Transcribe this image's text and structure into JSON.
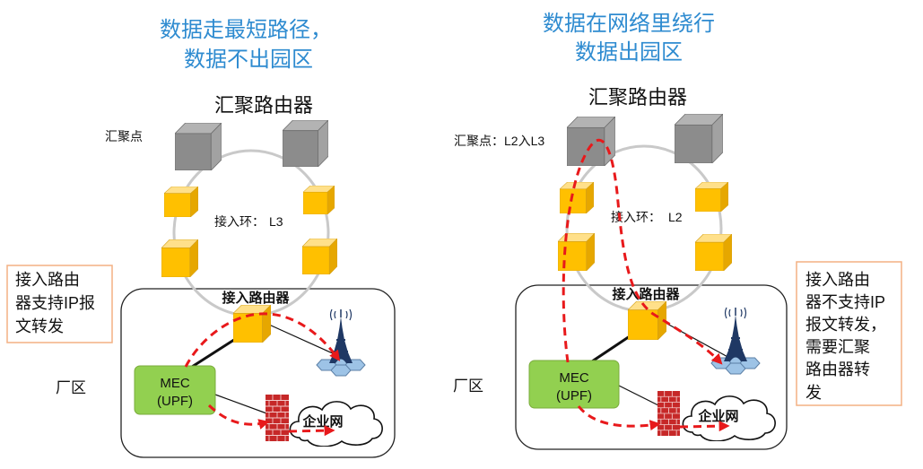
{
  "colors": {
    "title": "#2e8bd0",
    "note_border": "#f4b183",
    "data_path": "#e8191b",
    "mec": "#92d050",
    "access_cube": "#ffc000",
    "aggregation_cube": "#8c8c8c",
    "ring": "#c9c9c9"
  },
  "icons": {
    "aggregation_router": "gray-cube-icon",
    "access_node": "yellow-cube-icon",
    "base_station": "cell-tower-icon",
    "firewall": "firewall-icon",
    "enterprise_network": "cloud-icon"
  },
  "left": {
    "title": [
      "数据走最短路径，",
      "数据不出园区"
    ],
    "aggregation_router_label": "汇聚路由器",
    "aggregation_point_label": "汇聚点",
    "access_ring": {
      "label": "接入环：",
      "value": "L3"
    },
    "access_router_label": "接入路由器",
    "area_label": "厂区",
    "mec": [
      "MEC",
      "(UPF)"
    ],
    "enterprise_network": "企业网",
    "note": [
      "接入路由",
      "器支持IP报",
      "文转发"
    ]
  },
  "right": {
    "title": [
      "数据在网络里绕行",
      "数据出园区"
    ],
    "aggregation_router_label": "汇聚路由器",
    "aggregation_point_label": "汇聚点：L2入L3",
    "access_ring": {
      "label": "接入环：",
      "value": "L2"
    },
    "access_router_label": "接入路由器",
    "area_label": "厂区",
    "mec": [
      "MEC",
      "(UPF)"
    ],
    "enterprise_network": "企业网",
    "note": [
      "接入路由",
      "器不支持IP",
      "报文转发，",
      "需要汇聚",
      "路由器转",
      "发"
    ]
  }
}
